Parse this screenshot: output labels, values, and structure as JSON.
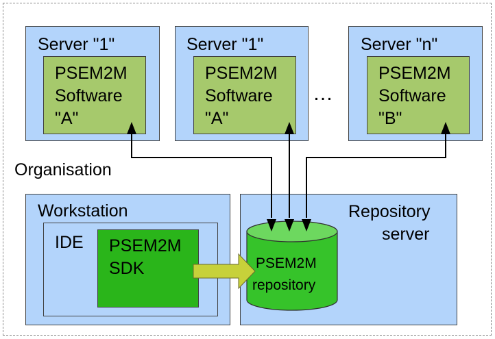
{
  "servers": [
    {
      "title": "Server \"1\"",
      "software": [
        "PSEM2M",
        "Software",
        "\"A\""
      ]
    },
    {
      "title": "Server \"1\"",
      "software": [
        "PSEM2M",
        "Software",
        "\"A\""
      ]
    },
    {
      "title": "Server \"n\"",
      "software": [
        "PSEM2M",
        "Software",
        "\"B\""
      ]
    }
  ],
  "ellipsis": "…",
  "organisation_label": "Organisation",
  "workstation": {
    "title": "Workstation",
    "ide_label": "IDE",
    "sdk": [
      "PSEM2M",
      "SDK"
    ]
  },
  "repository_server": {
    "title": [
      "Repository",
      "server"
    ],
    "repository": [
      "PSEM2M",
      "repository"
    ]
  },
  "colors": {
    "container_blue": "#b3d4fb",
    "software_green": "#a6c96c",
    "sdk_green": "#2ab51a",
    "cylinder_green": "#36c32a",
    "arrow_yellow": "#c7d13a"
  }
}
